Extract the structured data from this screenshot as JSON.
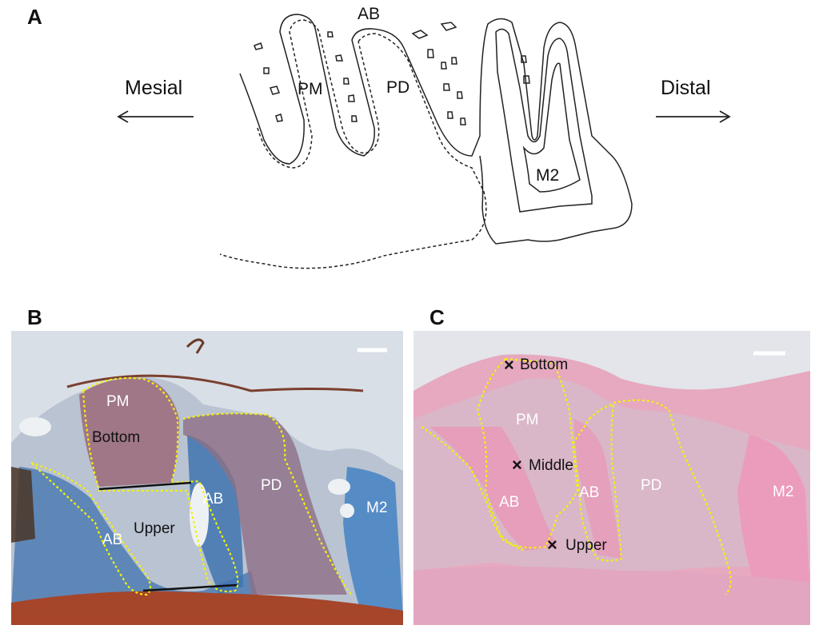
{
  "figure": {
    "panel_a": {
      "letter": "A",
      "mesial": "Mesial",
      "distal": "Distal",
      "ab": "AB",
      "pm": "PM",
      "pd": "PD",
      "m2": "M2"
    },
    "panel_b": {
      "letter": "B",
      "pm": "PM",
      "bottom": "Bottom",
      "ab_left": "AB",
      "upper": "Upper",
      "ab_right": "AB",
      "pd": "PD",
      "m2": "M2"
    },
    "panel_c": {
      "letter": "C",
      "bottom": "Bottom",
      "pm": "PM",
      "middle": "Middle",
      "ab_left": "AB",
      "ab_right": "AB",
      "pd": "PD",
      "upper": "Upper",
      "m2": "M2",
      "marker": "×"
    }
  }
}
